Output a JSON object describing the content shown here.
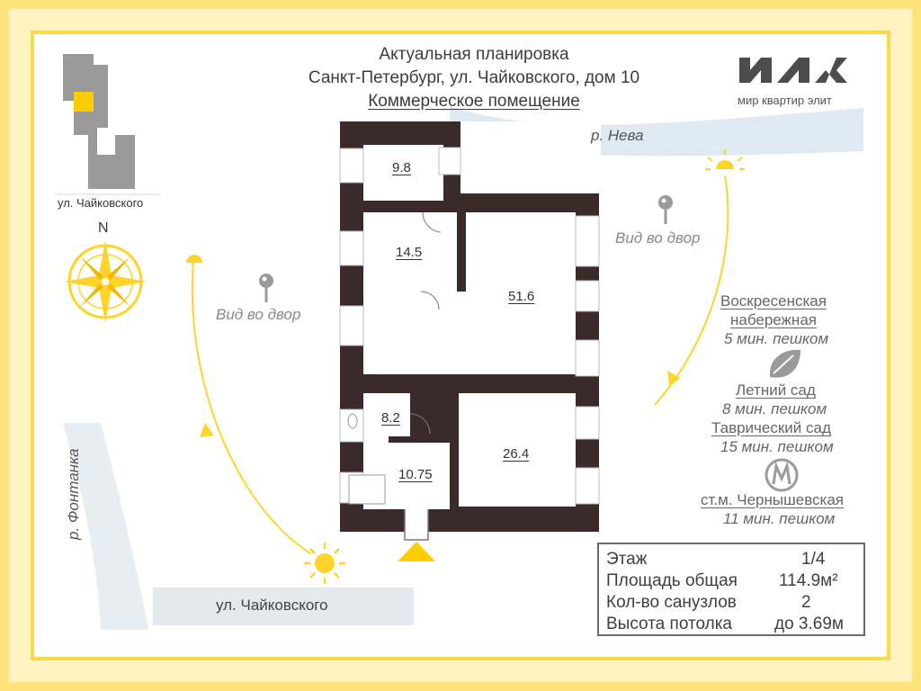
{
  "header": {
    "line1": "Актуальная планировка",
    "line2": "Санкт-Петербург, ул. Чайковского, дом 10",
    "line3": "Коммерческое помещение"
  },
  "logo": {
    "tagline": "мир квартир элит"
  },
  "colors": {
    "accent": "#ffd42a",
    "wall": "#3a2a2a",
    "frame": "#ffe27a"
  },
  "map": {
    "street_label": "ул. Чайковского",
    "north": "N",
    "river_neva": "р. Нева",
    "river_fontanka": "р. Фонтанка",
    "street_bottom": "ул. Чайковского",
    "view_left": "Вид во двор",
    "view_right": "Вид во двор"
  },
  "rooms": [
    {
      "id": "r1",
      "area": "9.8"
    },
    {
      "id": "r2",
      "area": "14.5"
    },
    {
      "id": "r3",
      "area": "51.6"
    },
    {
      "id": "r4",
      "area": "8.2"
    },
    {
      "id": "r5",
      "area": "10.75"
    },
    {
      "id": "r6",
      "area": "26.4"
    }
  ],
  "places": [
    {
      "name_line1": "Воскресенская",
      "name_line2": "набережная",
      "time": "5 мин. пешком"
    },
    {
      "name_line1": "Летний сад",
      "time": "8 мин. пешком"
    },
    {
      "name_line1": "Таврический сад",
      "time": "15 мин. пешком"
    },
    {
      "name_line1": "ст.м. Чернышевская",
      "time": "11 мин. пешком"
    }
  ],
  "info": {
    "rows": [
      {
        "label": "Этаж",
        "value": "1/4"
      },
      {
        "label": "Площадь общая",
        "value": "114.9м²"
      },
      {
        "label": "Кол-во санузлов",
        "value": "2"
      },
      {
        "label": "Высота потолка",
        "value": "до 3.69м"
      }
    ]
  }
}
